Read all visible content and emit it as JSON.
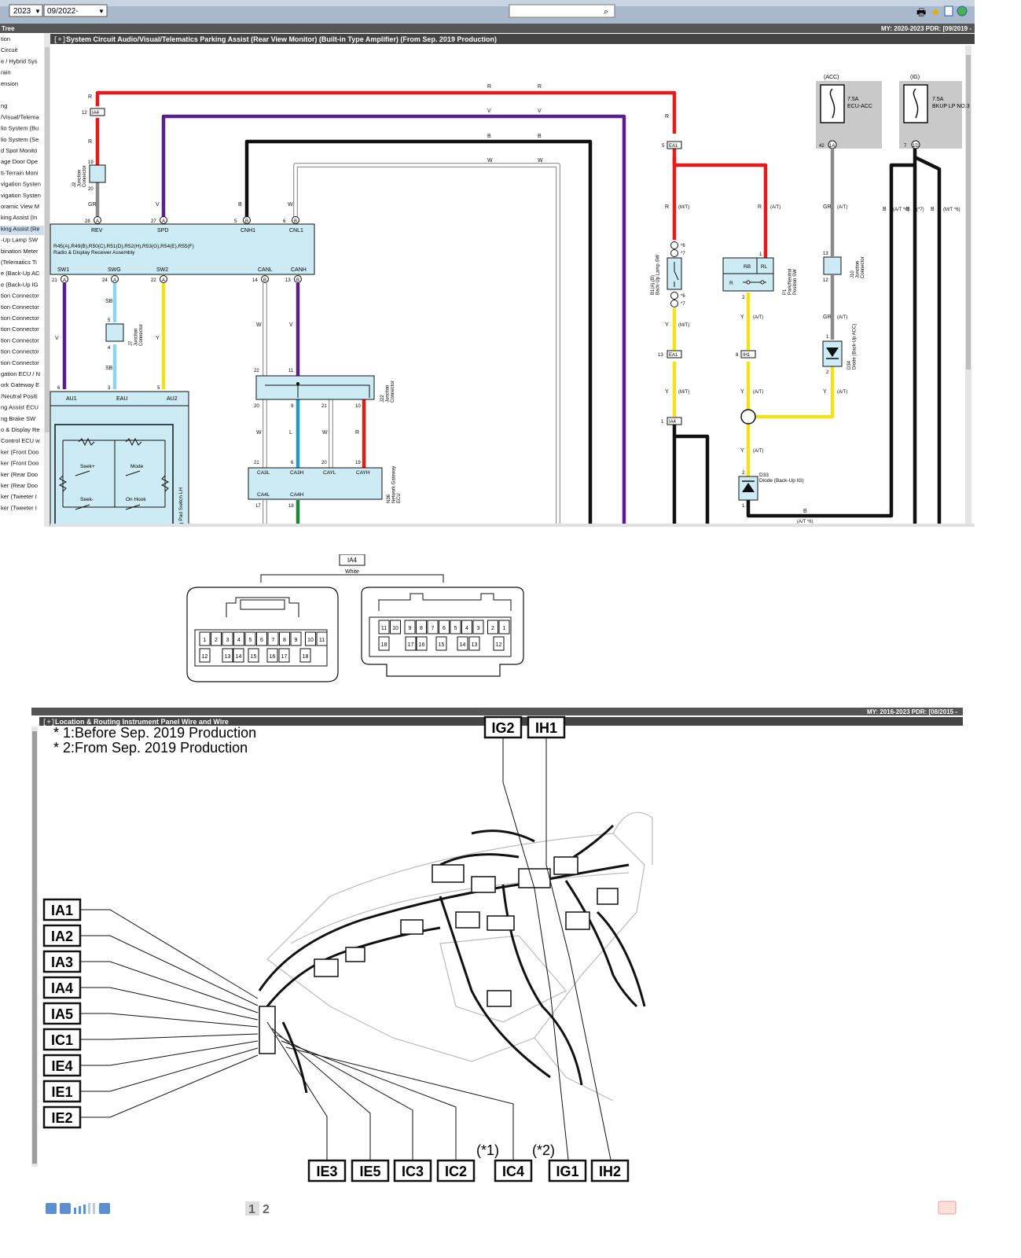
{
  "toolbar": {
    "year": "2023",
    "date": "09/2022-",
    "search_value": ""
  },
  "tree": {
    "title": "Tree",
    "items": [
      "tion",
      "Circuit",
      "e / Hybrid Sys",
      "rain",
      "ension",
      "",
      "ng",
      "/Visual/Telema",
      "lio System (Bu",
      "lio System (Se",
      "d Spot Monito",
      "age Door Ope",
      "ti-Terrain Moni",
      "vigation Systen",
      "vigation Systen",
      "oramic View M",
      "king Assist (In",
      "king Assist (Re",
      "-Up Lamp SW",
      "bination Meter",
      "(Telematics Ti",
      "e (Back-Up AC",
      "e (Back-Up IG",
      "tion Connector",
      "tion Connector",
      "tion Connector",
      "tion Connector",
      "tion Connector",
      "tion Connector",
      "tion Connector",
      "gation ECU / N",
      "ork Gateway E",
      "/Neutral Positi",
      "ng Assist ECU",
      "ng Brake SW",
      "o & Display Re",
      "Control ECU w",
      "ker (Front Doo",
      "ker (Front Doo",
      "ker (Rear Doo",
      "ker (Rear Doo",
      "ker (Tweeter I",
      "ker (Tweeter I"
    ],
    "selected_index": 17
  },
  "system_circuit": {
    "header_icon": "[+]",
    "title": "System Circuit  Audio/Visual/Telematics  Parking Assist (Rear View Monitor) (Built-in Type Amplifier) (From Sep. 2019 Production)",
    "my_label": "MY: 2020-2023 PDR: [09/2019 -",
    "receiver": {
      "label": "R45(A),R49(B),R50(C),R51(D),R52(H),R53(G),R54(E),R55(F)",
      "sublabel": "Radio & Display Receiver Assembly",
      "top_pins": [
        "REV",
        "SPD",
        "CNH1",
        "CNL1"
      ],
      "top_nums": [
        "28",
        "27",
        "5",
        "6"
      ],
      "top_letters": [
        "A",
        "A",
        "B",
        "B"
      ],
      "bottom_pins": [
        "SW1",
        "SWG",
        "SW2",
        "CANL",
        "CANH"
      ],
      "bottom_nums": [
        "21",
        "24",
        "22",
        "14",
        "13"
      ],
      "bottom_letters": [
        "A",
        "A",
        "A",
        "B",
        "B"
      ]
    },
    "wire_colors": {
      "red": "R",
      "violet": "V",
      "black": "B",
      "white": "W",
      "gray": "GR",
      "skyblue": "SB",
      "yellow": "Y",
      "blue": "L"
    },
    "connector_labels": [
      "IA4",
      "EA1",
      "IH1",
      "EA1",
      "IA4"
    ],
    "connector_nums": [
      "12",
      "5",
      "8",
      "13",
      "1"
    ],
    "junction_j2": "J2\nJunction\nConnector",
    "junction_j2_nums": [
      "19",
      "20"
    ],
    "junction_j7": "J7\nJunction\nConnector",
    "junction_j7_nums": [
      "5",
      "4"
    ],
    "junction_j22": "J22\nJunction\nConnector",
    "j22_nums": [
      "22",
      "11",
      "20",
      "9",
      "21",
      "10"
    ],
    "gateway": {
      "label": "N36\nNetwork Gateway\nECU",
      "pins": [
        "CA3L",
        "CA3H",
        "CAYL",
        "CAYH",
        "CA4L",
        "CA4H"
      ],
      "nums": [
        "21",
        "6",
        "20",
        "19",
        "17",
        "18"
      ]
    },
    "steering": {
      "pins": [
        "AU1",
        "EAU",
        "AU2"
      ],
      "nums": [
        "6",
        "3",
        "5"
      ],
      "switches": [
        "Seek+",
        "Mode",
        "Seek-",
        "On Hook"
      ],
      "side_label": "g Pad Switch LH"
    },
    "backup_sw": {
      "label": "B1(A),(B)\nBack-Up Lamp SW",
      "pin_labels": [
        "(M/T)",
        "(A/T)"
      ],
      "notes": [
        "*6",
        "*7",
        "*6",
        "*7"
      ]
    },
    "park_sw": {
      "label": "P1\nPark/Neutral\nPosition SW",
      "pins": [
        "RB",
        "RL",
        "R"
      ],
      "nums": [
        "1",
        "2"
      ]
    },
    "fuse_acc": {
      "group": "(ACC)",
      "rating": "7.5A",
      "name": "ECU-ACC",
      "num": "42",
      "letter": "1A"
    },
    "fuse_ig": {
      "group": "(IG)",
      "rating": "7.5A",
      "name": "BKUP LP NO.3",
      "num": "7",
      "letter": "1D"
    },
    "j10": {
      "label": "J10\nJunction\nConnector",
      "nums": [
        "13",
        "12"
      ]
    },
    "d34": {
      "label": "D34\nDiode (Back-Up ACC)",
      "nums": [
        "1",
        "2"
      ]
    },
    "d33": {
      "label": "D33\nDiode (Back-Up IG)",
      "nums": [
        "2",
        "1"
      ]
    },
    "misc_labels": [
      "(M/T)",
      "(A/T)",
      "(*7)",
      "(M/T *6)",
      "(A/T *6)"
    ]
  },
  "connector_view": {
    "code": "IA4",
    "color": "White",
    "left_row1": [
      "1",
      "2",
      "3",
      "4",
      "5",
      "6",
      "7",
      "8",
      "9",
      "10",
      "11"
    ],
    "left_row2": [
      "12",
      "13",
      "14",
      "15",
      "16",
      "17",
      "18"
    ],
    "right_row1": [
      "11",
      "10",
      "9",
      "8",
      "7",
      "6",
      "5",
      "4",
      "3",
      "2",
      "1"
    ],
    "right_row2": [
      "18",
      "17",
      "16",
      "15",
      "14",
      "13",
      "12"
    ]
  },
  "location": {
    "header_icon": "[+]",
    "title": "Location & Routing  Instrument Panel  Wire and Wire",
    "my_label": "MY: 2016-2023 PDR: [08/2015 -",
    "notes": [
      "* 1:Before Sep. 2019 Production",
      "* 2:From Sep. 2019 Production"
    ],
    "left_labels": [
      "IA1",
      "IA2",
      "IA3",
      "IA4",
      "IA5",
      "IC1",
      "IE4",
      "IE1",
      "IE2"
    ],
    "top_labels": [
      "IG2",
      "IH1"
    ],
    "bottom_labels": [
      "IE3",
      "IE5",
      "IC3",
      "IC2",
      "IC4",
      "IG1",
      "IH2"
    ],
    "bottom_notes": [
      "(*1)",
      "(*2)"
    ]
  },
  "pager": {
    "pages": [
      "1",
      "2"
    ],
    "current": "1"
  }
}
